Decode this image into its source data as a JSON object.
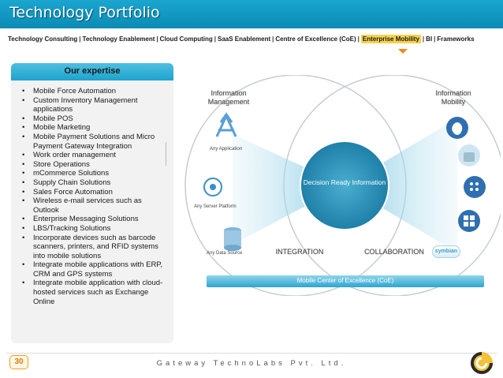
{
  "header": {
    "title": "Technology Portfolio"
  },
  "nav": {
    "items": [
      "Technology Consulting",
      "Technology Enablement",
      "Cloud Computing",
      "SaaS Enablement",
      "Centre of Excellence (CoE)",
      "Enterprise Mobility",
      "BI",
      "Frameworks"
    ],
    "separator": "|",
    "active": "Enterprise Mobility",
    "active_color": "#f7d24c",
    "pointer_color": "#f08a1a"
  },
  "expertise": {
    "title": "Our expertise",
    "items": [
      "Mobile Force Automation",
      "Custom Inventory Management applications",
      "Mobile POS",
      "Mobile Marketing",
      "Mobile Payment Solutions and Micro Payment Gateway Integration",
      "Work order management",
      "Store Operations",
      "mCommerce Solutions",
      "Supply Chain Solutions",
      "Sales Force Automation",
      "Wireless e-mail services such as Outlook",
      "Enterprise Messaging Solutions",
      "LBS/Tracking Solutions",
      "Incorporate devices such as barcode scanners, printers, and RFID systems into mobile solutions",
      "Integrate mobile applications with ERP, CRM and GPS systems",
      "Integrate mobile application with cloud-hosted services such as Exchange Online"
    ]
  },
  "diagram": {
    "info_management": "Information Management",
    "info_mobility": "Information Mobility",
    "any_application": "Any Application",
    "any_server_platform": "Any Server Platform",
    "any_data_source": "Any Data Source",
    "decision": "Decision Ready Information",
    "integration": "INTEGRATION",
    "collaboration": "COLLABORATION",
    "symbian": "symbian",
    "coe_bar": "Mobile Center of Excellence (CoE)",
    "icons": [
      "apple-icon",
      "android-icon",
      "blackberry-icon",
      "windows-icon"
    ]
  },
  "footer": {
    "page": "30",
    "company": "Gateway TechnoLabs Pvt. Ltd."
  },
  "colors": {
    "title_bar": "#0a8bb5",
    "accent": "#1da3cd",
    "page_badge": "#e07b00"
  }
}
